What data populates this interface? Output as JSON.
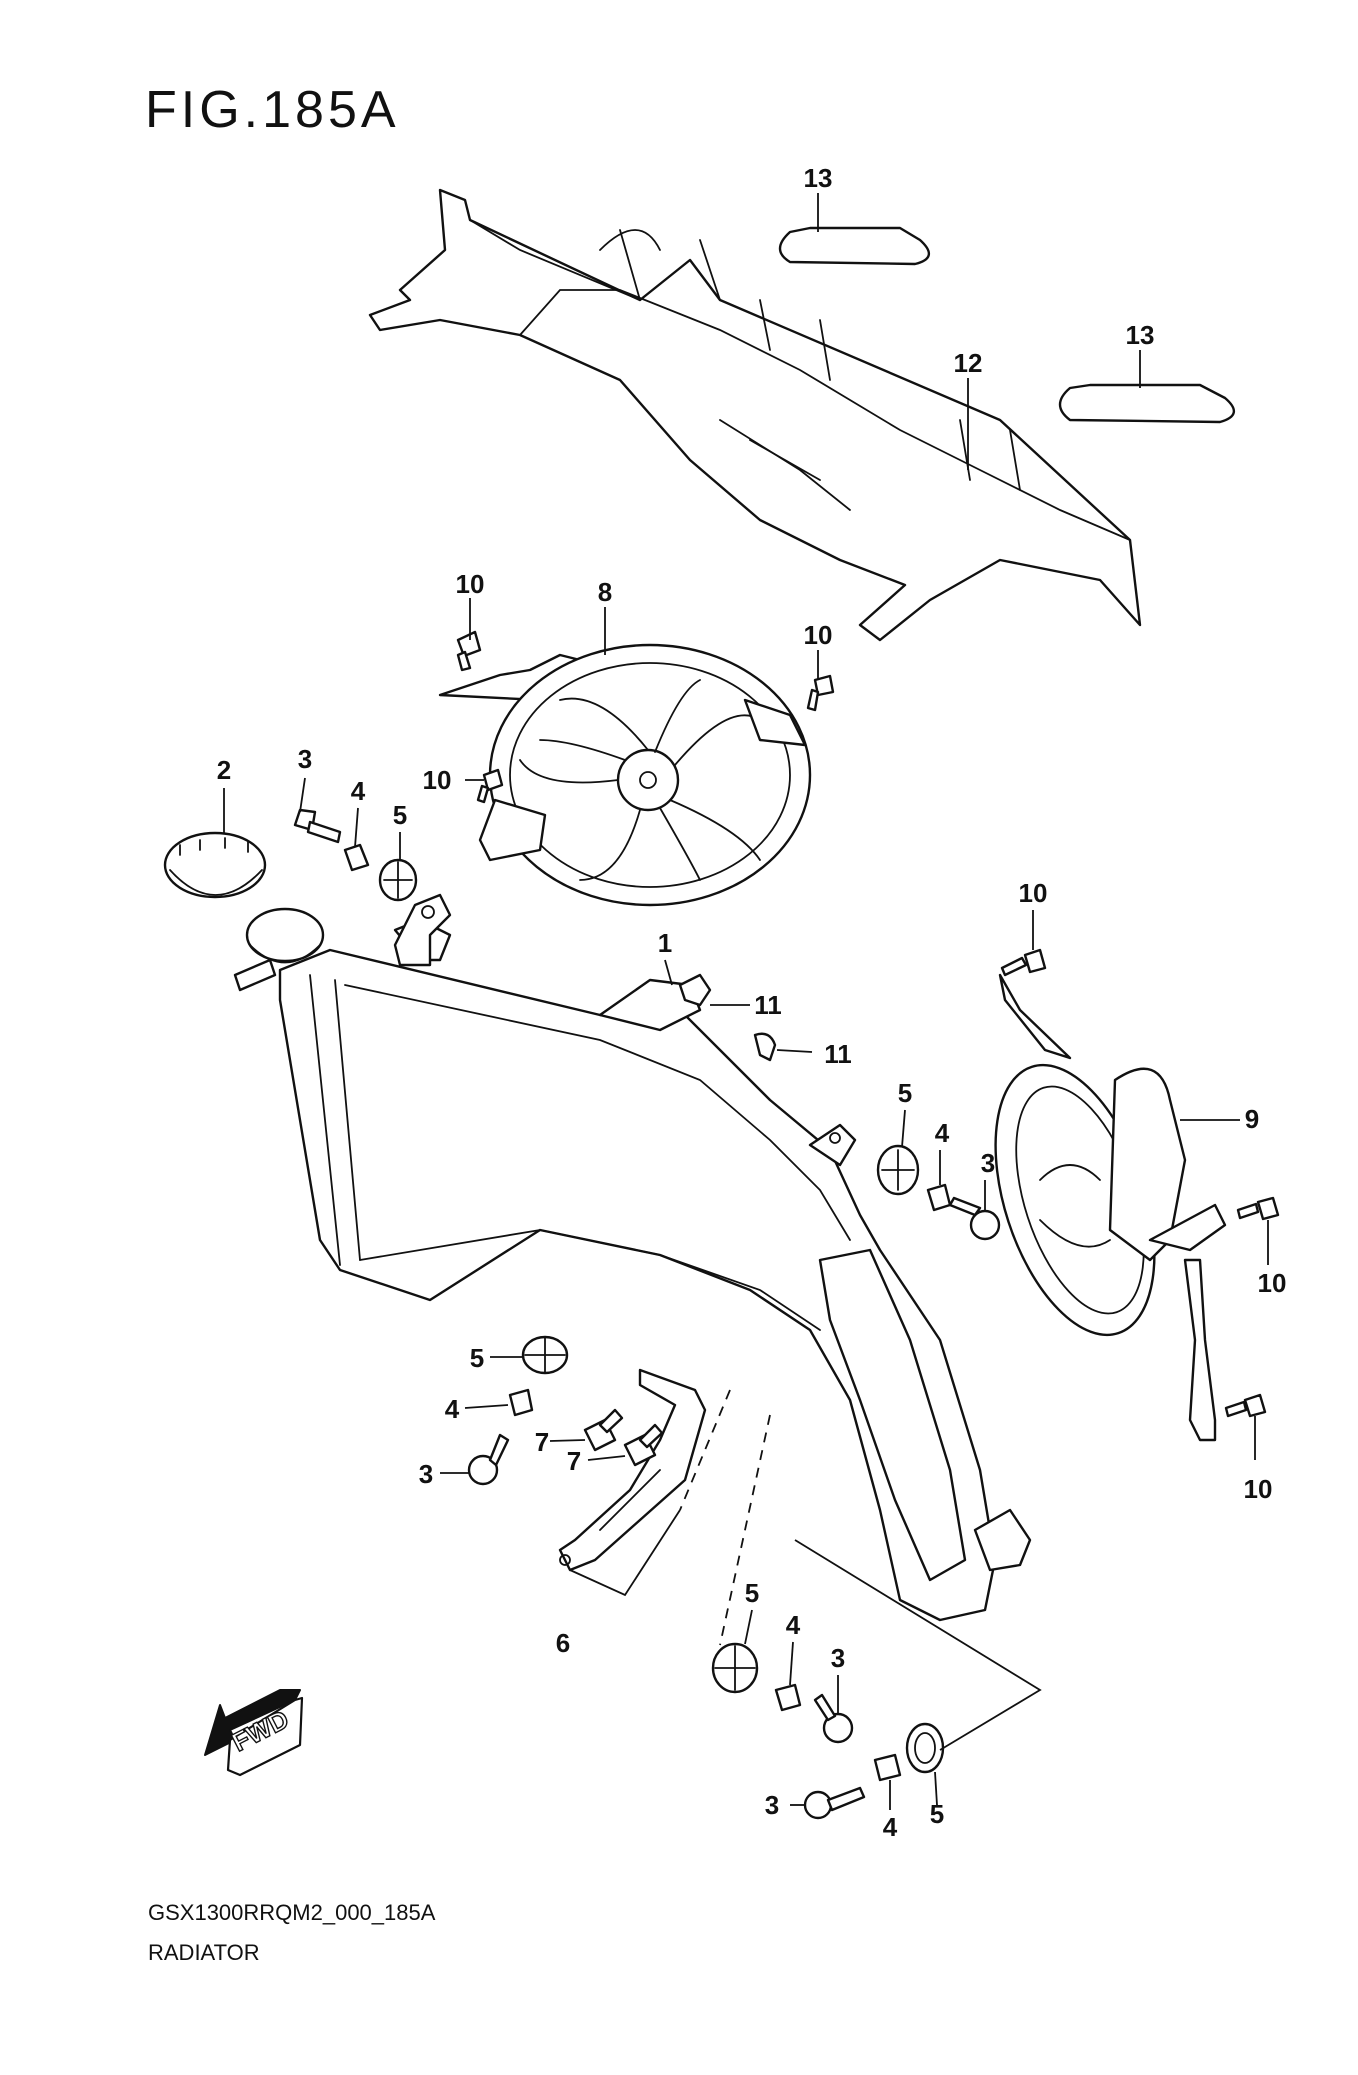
{
  "figure": {
    "title": "FIG.185A",
    "model_code": "GSX1300RRQM2_000_185A",
    "section_name": "RADIATOR",
    "fwd_label": "FWD"
  },
  "callouts": [
    {
      "id": "c1",
      "label": "1"
    },
    {
      "id": "c2",
      "label": "2"
    },
    {
      "id": "c3a",
      "label": "3"
    },
    {
      "id": "c3b",
      "label": "3"
    },
    {
      "id": "c3c",
      "label": "3"
    },
    {
      "id": "c3d",
      "label": "3"
    },
    {
      "id": "c3e",
      "label": "3"
    },
    {
      "id": "c4a",
      "label": "4"
    },
    {
      "id": "c4b",
      "label": "4"
    },
    {
      "id": "c4c",
      "label": "4"
    },
    {
      "id": "c4d",
      "label": "4"
    },
    {
      "id": "c4e",
      "label": "4"
    },
    {
      "id": "c5a",
      "label": "5"
    },
    {
      "id": "c5b",
      "label": "5"
    },
    {
      "id": "c5c",
      "label": "5"
    },
    {
      "id": "c5d",
      "label": "5"
    },
    {
      "id": "c5e",
      "label": "5"
    },
    {
      "id": "c6",
      "label": "6"
    },
    {
      "id": "c7a",
      "label": "7"
    },
    {
      "id": "c7b",
      "label": "7"
    },
    {
      "id": "c8",
      "label": "8"
    },
    {
      "id": "c9",
      "label": "9"
    },
    {
      "id": "c10a",
      "label": "10"
    },
    {
      "id": "c10b",
      "label": "10"
    },
    {
      "id": "c10c",
      "label": "10"
    },
    {
      "id": "c10d",
      "label": "10"
    },
    {
      "id": "c10e",
      "label": "10"
    },
    {
      "id": "c10f",
      "label": "10"
    },
    {
      "id": "c11a",
      "label": "11"
    },
    {
      "id": "c11b",
      "label": "11"
    },
    {
      "id": "c12",
      "label": "12"
    },
    {
      "id": "c13a",
      "label": "13"
    },
    {
      "id": "c13b",
      "label": "13"
    }
  ]
}
